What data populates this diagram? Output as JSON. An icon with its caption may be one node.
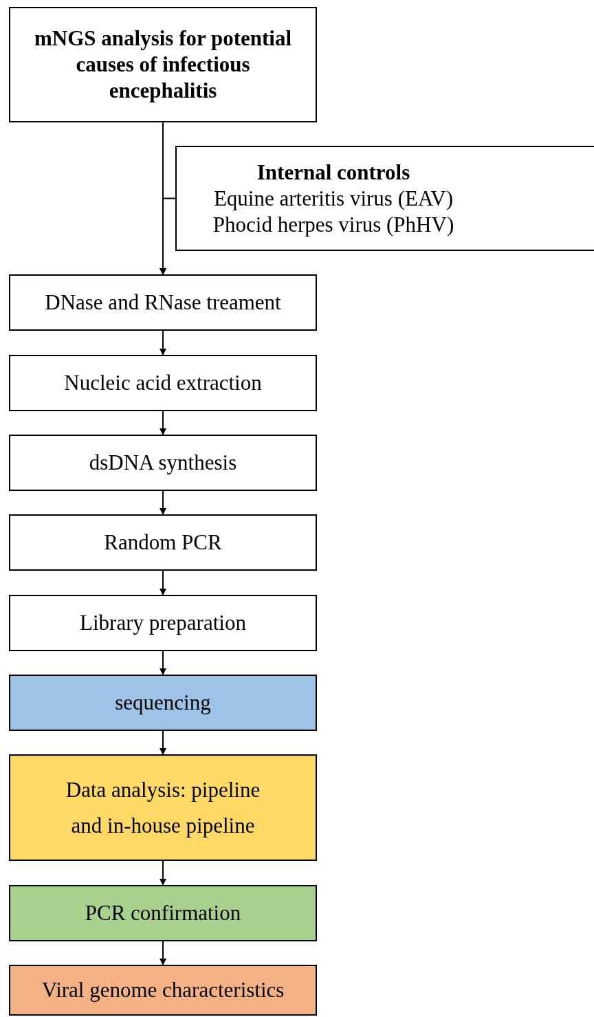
{
  "diagram": {
    "nodes": [
      {
        "text": [
          "mNGS analysis for potential causes of infectious encephalitis"
        ]
      },
      {
        "text": [
          "Internal controls",
          "Equine arteritis virus (EAV)",
          "Phocid herpes virus (PhHV)"
        ]
      },
      {
        "text": [
          "DNase and RNase treament"
        ]
      },
      {
        "text": [
          "Nucleic acid extraction"
        ]
      },
      {
        "text": [
          "dsDNA synthesis"
        ]
      },
      {
        "text": [
          "Random PCR"
        ]
      },
      {
        "text": [
          "Library preparation"
        ]
      },
      {
        "text": [
          "sequencing"
        ]
      },
      {
        "text": [
          "Data analysis: pipeline and in-house pipeline"
        ]
      },
      {
        "text": [
          "PCR confirmation"
        ]
      },
      {
        "text": [
          "Viral genome characteristics"
        ]
      }
    ],
    "edges": [
      {
        "from": 0,
        "to": 2,
        "arrow": "to"
      },
      {
        "from": 1,
        "to": 2,
        "arrow": "to"
      },
      {
        "from": 2,
        "to": 3,
        "arrow": "to"
      },
      {
        "from": 3,
        "to": 4,
        "arrow": "to"
      },
      {
        "from": 4,
        "to": 5,
        "arrow": "to"
      },
      {
        "from": 5,
        "to": 6,
        "arrow": "to"
      },
      {
        "from": 6,
        "to": 7,
        "arrow": "to"
      },
      {
        "from": 7,
        "to": 8,
        "arrow": "to"
      },
      {
        "from": 8,
        "to": 9,
        "arrow": "to"
      },
      {
        "from": 9,
        "to": 10,
        "arrow": "to"
      }
    ]
  }
}
